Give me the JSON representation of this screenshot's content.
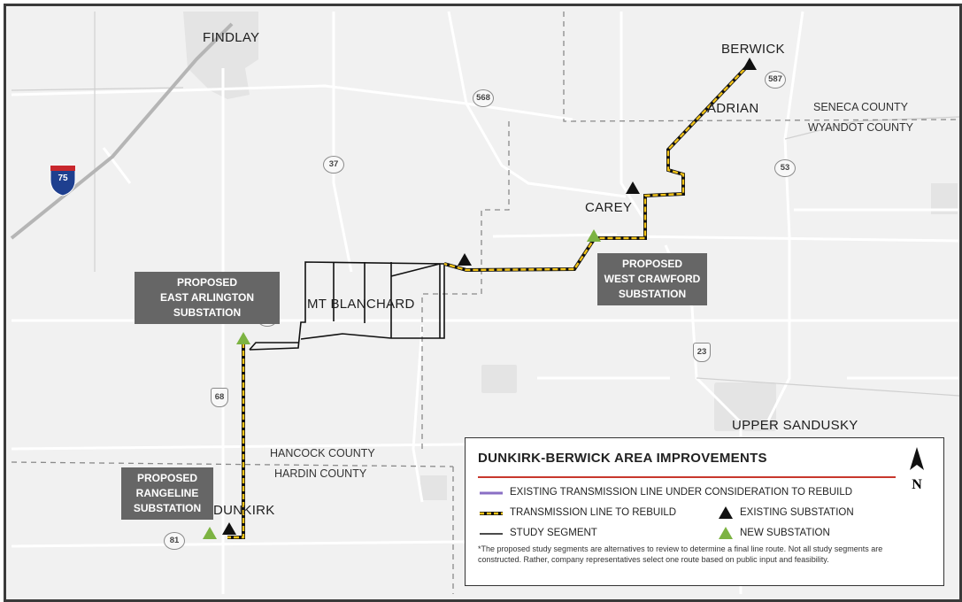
{
  "map": {
    "towns": {
      "findlay": "FINDLAY",
      "berwick": "BERWICK",
      "adrian": "ADRIAN",
      "carey": "CAREY",
      "mt_blanchard": "MT BLANCHARD",
      "upper_sandusky": "UPPER SANDUSKY",
      "dunkirk": "DUNKIRK"
    },
    "counties": {
      "seneca": "SENECA COUNTY",
      "wyandot": "WYANDOT COUNTY",
      "hancock": "HANCOCK COUNTY",
      "hardin": "HARDIN COUNTY"
    },
    "routes": {
      "i75": "75",
      "r568": "568",
      "r587": "587",
      "r37": "37",
      "r53": "53",
      "r103": "103",
      "r23": "23",
      "r68": "68",
      "r81": "81"
    },
    "callouts": {
      "east_arlington": [
        "PROPOSED",
        "EAST ARLINGTON",
        "SUBSTATION"
      ],
      "west_crawford": [
        "PROPOSED",
        "WEST CRAWFORD",
        "SUBSTATION"
      ],
      "rangeline": [
        "PROPOSED",
        "RANGELINE",
        "SUBSTATION"
      ]
    },
    "colors": {
      "existing_line": "#8a6fc4",
      "rebuild_line": "#f2c318",
      "study_segment": "#111111",
      "existing_substation": "#111111",
      "new_substation": "#7cb342",
      "callout_bg": "#666666"
    }
  },
  "legend": {
    "title": "DUNKIRK-BERWICK AREA IMPROVEMENTS",
    "north": "N",
    "items": {
      "existing_line": "EXISTING TRANSMISSION LINE UNDER CONSIDERATION TO REBUILD",
      "rebuild_line": "TRANSMISSION LINE TO REBUILD",
      "study_segment": "STUDY SEGMENT",
      "existing_substation": "EXISTING SUBSTATION",
      "new_substation": "NEW SUBSTATION"
    },
    "note": "*The proposed study segments are alternatives to review to determine a final line route. Not all study segments are constructed. Rather, company representatives select one route based on public input and feasibility."
  }
}
